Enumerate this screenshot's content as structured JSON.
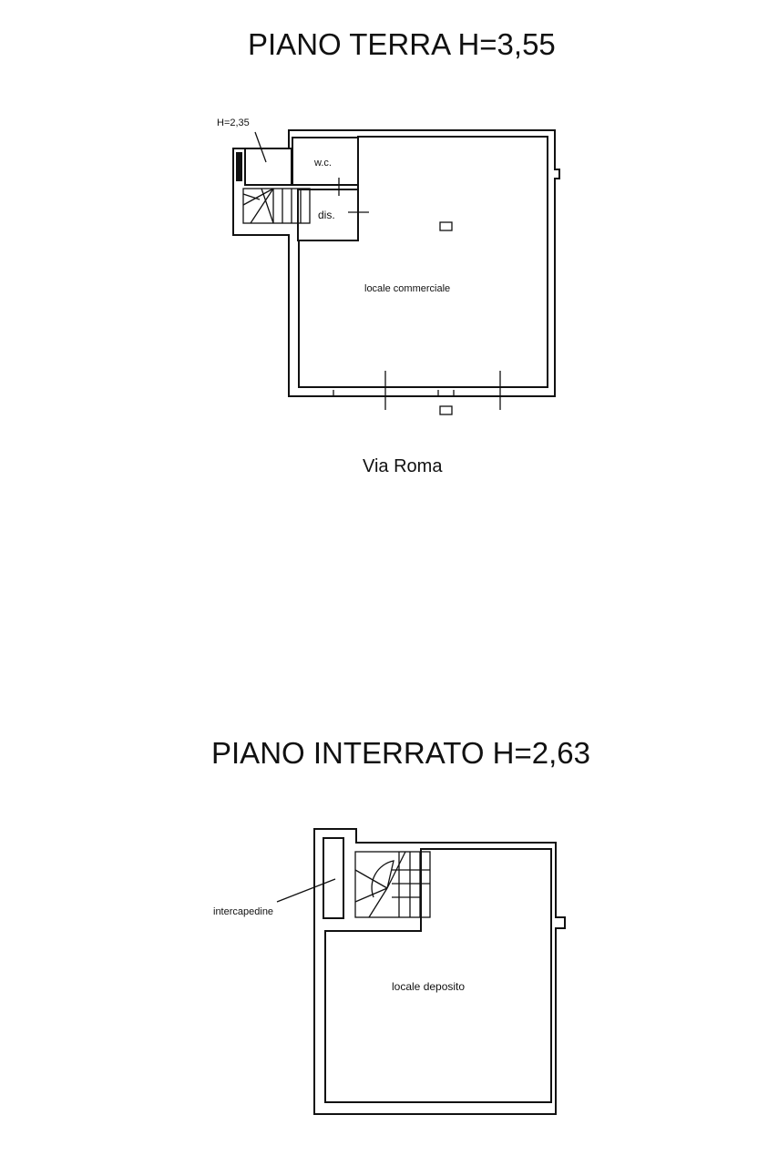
{
  "ground_floor": {
    "title": "PIANO TERRA H=3,55",
    "rooms": {
      "annex_height": "H=2,35",
      "wc": "w.c.",
      "dis": "dis.",
      "main": "locale commerciale"
    },
    "street": "Via Roma"
  },
  "basement": {
    "title": "PIANO INTERRATO H=2,63",
    "rooms": {
      "cavity": "intercapedine",
      "main": "locale deposito"
    }
  }
}
